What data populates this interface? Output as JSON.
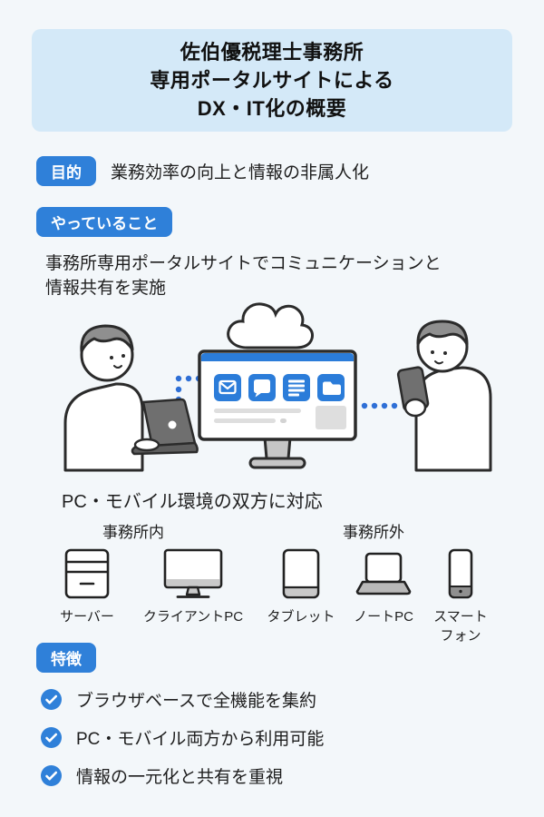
{
  "header": {
    "title_lines": [
      "佐伯優税理士事務所",
      "専用ポータルサイトによる",
      "DX・IT化の概要"
    ]
  },
  "purpose": {
    "badge": "目的",
    "text": "業務効率の向上と情報の非属人化"
  },
  "activity": {
    "badge": "やっていること",
    "description_lines": [
      "事務所専用ポータルサイトでコミュニケーションと",
      "情報共有を実施"
    ]
  },
  "illustration": {
    "portal_icons": [
      "mail-icon",
      "chat-icon",
      "list-icon",
      "folder-icon"
    ],
    "elements": [
      "person-with-laptop",
      "cloud",
      "portal-monitor",
      "person-with-smartphone"
    ]
  },
  "environment": {
    "caption": "PC・モバイル環境の双方に対応",
    "location_labels": {
      "inside": "事務所内",
      "outside": "事務所外"
    },
    "devices": [
      {
        "icon": "server-icon",
        "label": "サーバー"
      },
      {
        "icon": "client-pc-icon",
        "label": "クライアントPC"
      },
      {
        "icon": "tablet-icon",
        "label": "タブレット"
      },
      {
        "icon": "note-pc-icon",
        "label": "ノートPC"
      },
      {
        "icon": "smartphone-icon",
        "label": "スマートフォン"
      }
    ]
  },
  "features": {
    "badge": "特徴",
    "items": [
      "ブラウザベースで全機能を集約",
      "PC・モバイル両方から利用可能",
      "情報の一元化と共有を重視"
    ]
  },
  "colors": {
    "accent_blue": "#2f80d9",
    "header_bg": "#d4e9f8",
    "page_bg": "#f3f7fa",
    "connector_blue": "#2e6fd6",
    "outline_dark": "#2b2b2b"
  }
}
